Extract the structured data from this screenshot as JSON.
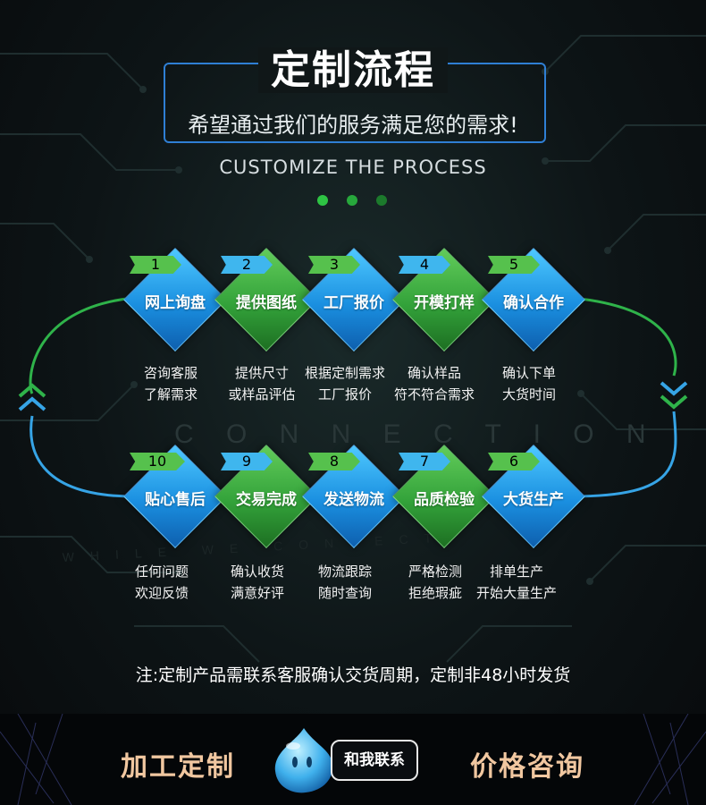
{
  "header": {
    "title": "定制流程",
    "subtitle": "希望通过我们的服务满足您的需求!",
    "english_title": "CUSTOMIZE THE PROCESS"
  },
  "background": {
    "connect_watermark": "C O N N E C T I O N",
    "while_watermark": "WHILE WE CONNECT"
  },
  "colors": {
    "blue": "#1a8fe0",
    "green": "#33a23a",
    "dot_active": "#2ec444",
    "dot_inactive": "#1c7a2c"
  },
  "steps": [
    {
      "num": "1",
      "label": "网上询盘",
      "color": "blue",
      "desc": [
        "咨询客服",
        "了解需求"
      ]
    },
    {
      "num": "2",
      "label": "提供图纸",
      "color": "green",
      "desc": [
        "提供尺寸",
        "或样品评估"
      ]
    },
    {
      "num": "3",
      "label": "工厂报价",
      "color": "blue",
      "desc": [
        "根据定制需求",
        "工厂报价"
      ]
    },
    {
      "num": "4",
      "label": "开模打样",
      "color": "green",
      "desc": [
        "确认样品",
        "符不符合需求"
      ]
    },
    {
      "num": "5",
      "label": "确认合作",
      "color": "blue",
      "desc": [
        "确认下单",
        "大货时间"
      ]
    },
    {
      "num": "10",
      "label": "贴心售后",
      "color": "blue",
      "desc": [
        "任何问题",
        "欢迎反馈"
      ]
    },
    {
      "num": "9",
      "label": "交易完成",
      "color": "green",
      "desc": [
        "确认收货",
        "满意好评"
      ]
    },
    {
      "num": "8",
      "label": "发送物流",
      "color": "blue",
      "desc": [
        "物流跟踪",
        "随时查询"
      ]
    },
    {
      "num": "7",
      "label": "品质检验",
      "color": "green",
      "desc": [
        "严格检测",
        "拒绝瑕疵"
      ]
    },
    {
      "num": "6",
      "label": "大货生产",
      "color": "blue",
      "desc": [
        "排单生产",
        "开始大量生产"
      ]
    }
  ],
  "note": "注:定制产品需联系客服确认交货周期，定制非48小时发货",
  "footer": {
    "left_label": "加工定制",
    "contact_label": "和我联系",
    "right_label": "价格咨询"
  },
  "icons": {
    "mascot": "mascot-icon",
    "left_arrow": "double-chevron-up-icon",
    "right_arrow": "double-chevron-down-icon"
  }
}
